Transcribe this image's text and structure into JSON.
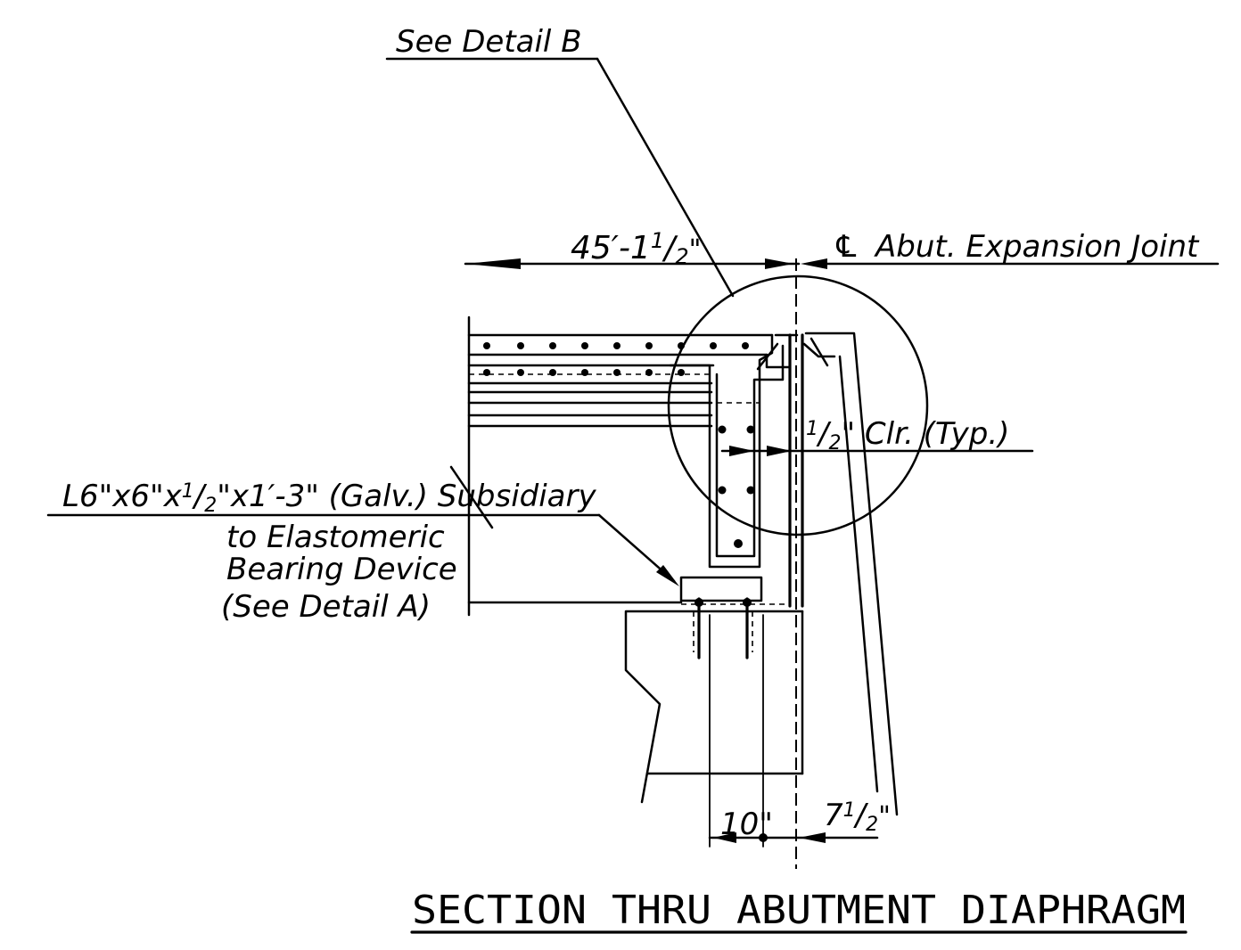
{
  "labels": {
    "detail_b": "See Detail B",
    "dim_span": "45′-1",
    "dim_span_frac_num": "1",
    "dim_span_frac_den": "2",
    "dim_span_inch": "\"",
    "cl_symbol": "℄",
    "cl_text": "Abut. Expansion Joint",
    "clr_whole": "1",
    "clr_den": "2",
    "clr_text": "\" Clr. (Typ.)",
    "angle_line1": "L6\"x6\"x",
    "angle_frac_num": "1",
    "angle_frac_den": "2",
    "angle_line1_rest": "\"x1′-3\" (Galv.) Subsidiary",
    "angle_line2": "to Elastomeric",
    "angle_line3": "Bearing Device",
    "angle_line4": "(See Detail A)",
    "dim_10": "10\"",
    "dim_7_whole": "7",
    "dim_7_num": "1",
    "dim_7_den": "2",
    "dim_7_inch": "\"",
    "title": "SECTION THRU ABUTMENT DIAPHRAGM"
  }
}
